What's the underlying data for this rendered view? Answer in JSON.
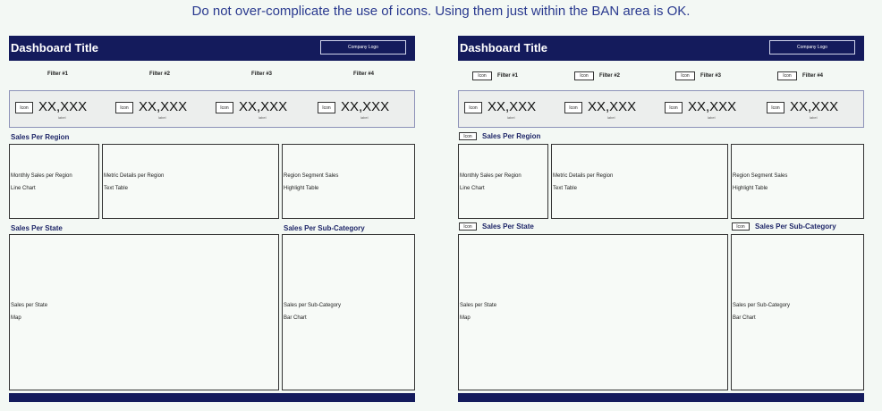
{
  "headline": "Do not over-complicate the use of icons. Using them just within the BAN area is OK.",
  "dashboard_title": "Dashboard Title",
  "company_logo": "Company Logo",
  "icon_label": "Icon",
  "filters": [
    "Filter #1",
    "Filter #2",
    "Filter #3",
    "Filter #4"
  ],
  "kpis": [
    {
      "value": "XX,XXX",
      "label": "label"
    },
    {
      "value": "XX,XXX",
      "label": "label"
    },
    {
      "value": "XX,XXX",
      "label": "label"
    },
    {
      "value": "XX,XXX",
      "label": "label"
    }
  ],
  "sections": {
    "region": "Sales Per Region",
    "state": "Sales Per State",
    "subcategory": "Sales Per Sub-Category"
  },
  "boxes": {
    "monthly": {
      "title": "Monthly Sales per Region",
      "type": "Line Chart"
    },
    "metric": {
      "title": "Metric Details per Region",
      "type": "Text Table"
    },
    "segment": {
      "title": "Region Segment Sales",
      "type": "Highlight Table"
    },
    "state": {
      "title": "Sales per State",
      "type": "Map"
    },
    "subcat": {
      "title": "Sales per Sub-Category",
      "type": "Bar Chart"
    }
  }
}
